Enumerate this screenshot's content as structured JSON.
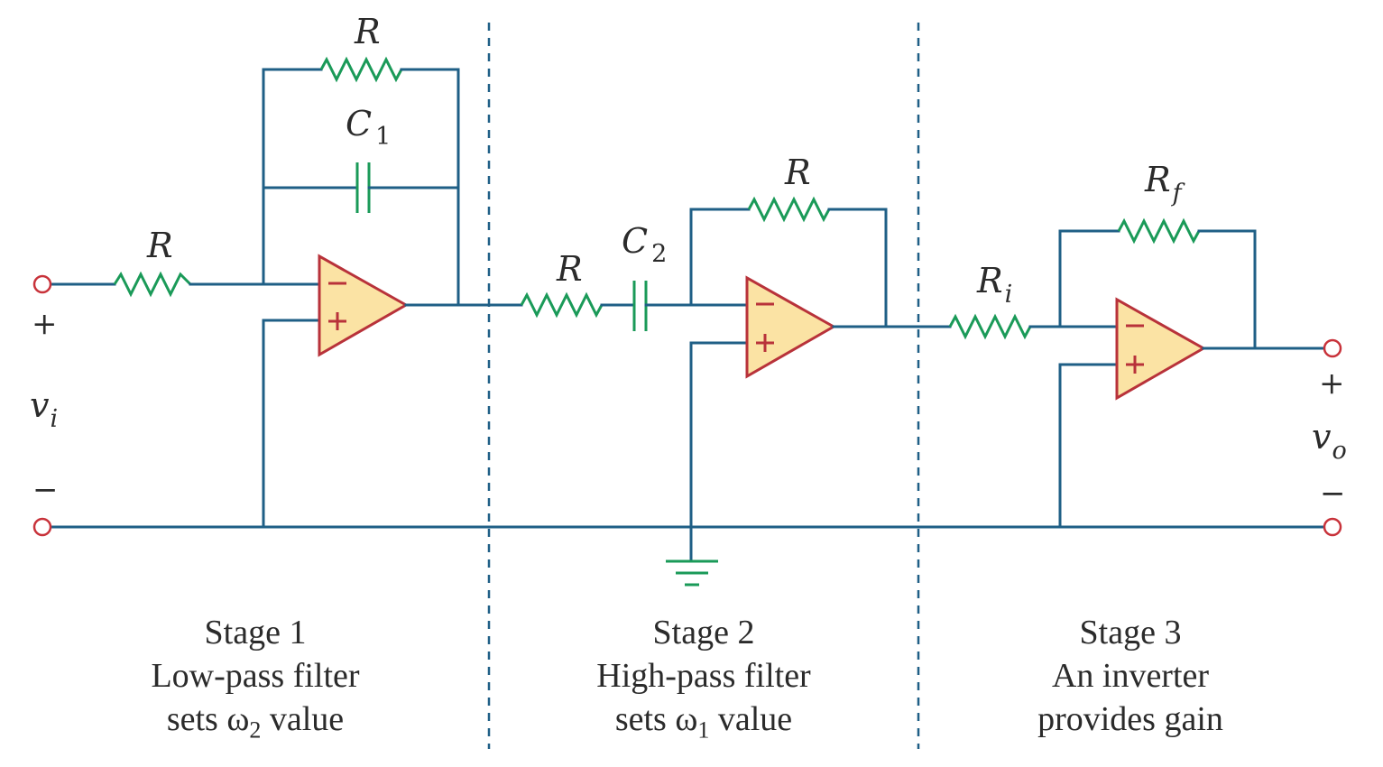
{
  "labels": {
    "r_input": "R",
    "r_feedback1": "R",
    "c1": {
      "base": "C",
      "sub": "1"
    },
    "r_stage2": "R",
    "c2": {
      "base": "C",
      "sub": "2"
    },
    "r_feedback2": "R",
    "ri": {
      "base": "R",
      "sub": "i"
    },
    "rf": {
      "base": "R",
      "sub": "f"
    },
    "vi": {
      "base": "v",
      "sub": "i"
    },
    "vo": {
      "base": "v",
      "sub": "o"
    },
    "plus": "+",
    "minus": "−"
  },
  "stages": [
    {
      "title": "Stage 1",
      "line1": "Low-pass filter",
      "line2_pre": "sets ω",
      "line2_sub": "2",
      "line2_post": " value"
    },
    {
      "title": "Stage 2",
      "line1": "High-pass filter",
      "line2_pre": "sets ω",
      "line2_sub": "1",
      "line2_post": " value"
    },
    {
      "title": "Stage 3",
      "line1": "An inverter",
      "line2_pre": "provides gain",
      "line2_sub": "",
      "line2_post": ""
    }
  ],
  "colors": {
    "wire": "#1f5f86",
    "component": "#1a9a58",
    "opamp_fill": "#fbe3a4",
    "opamp_stroke": "#b8323a",
    "terminal": "#c8323a"
  }
}
